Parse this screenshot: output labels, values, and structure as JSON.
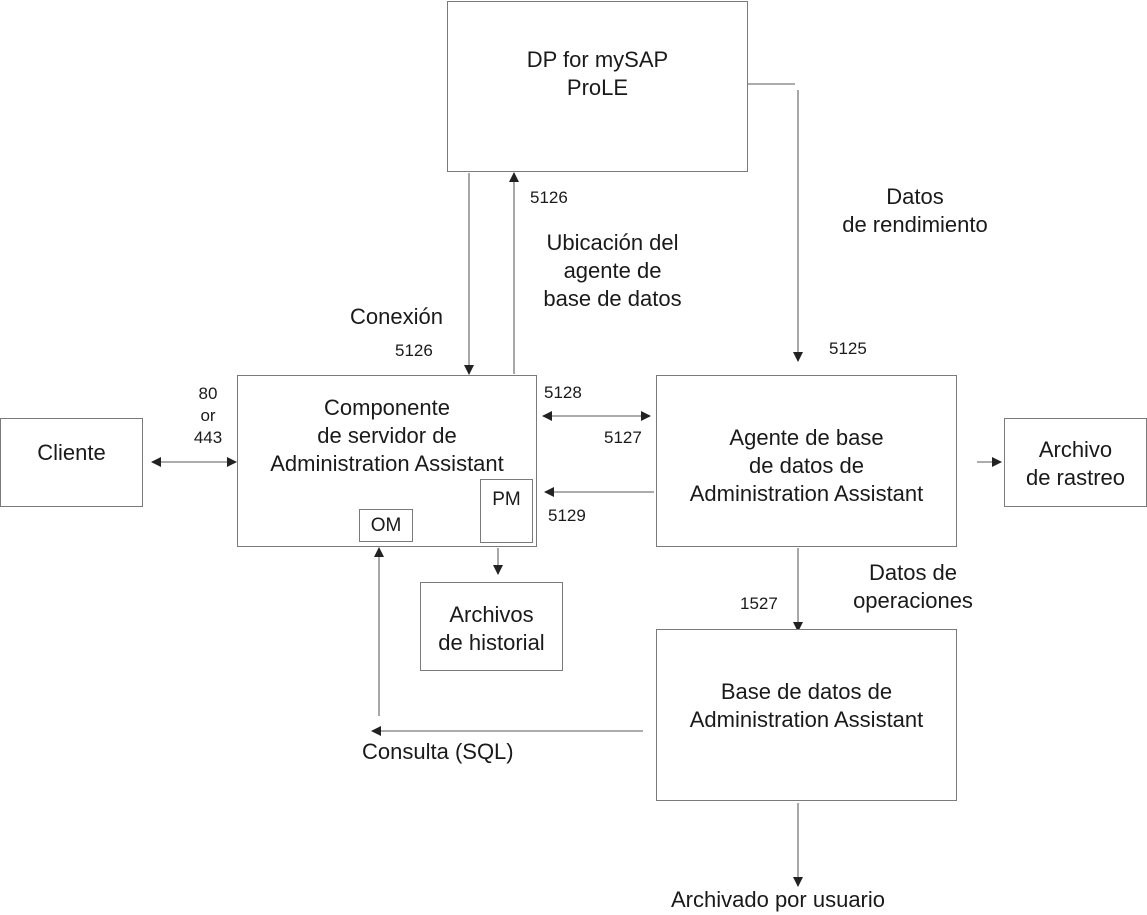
{
  "diagram": {
    "nodes": {
      "dp": {
        "label": "DP for mySAP\nProLE"
      },
      "cliente": {
        "label": "Cliente"
      },
      "server": {
        "label": "Componente\nde servidor de\nAdministration Assistant"
      },
      "pm": {
        "label": "PM"
      },
      "om": {
        "label": "OM"
      },
      "agent": {
        "label": "Agente de base\nde datos de\nAdministration Assistant"
      },
      "trace": {
        "label": "Archivo\nde rastreo"
      },
      "history": {
        "label": "Archivos\nde historial"
      },
      "database": {
        "label": "Base de datos de\nAdministration Assistant"
      }
    },
    "edge_labels": {
      "conexion": "Conexión",
      "conexion_port": "5126",
      "ubicacion_port": "5126",
      "ubicacion": "Ubicación del\nagente de\nbase de datos",
      "rendimiento": "Datos\nde rendimiento",
      "rendimiento_port": "5125",
      "client_ports": "80\nor\n443",
      "port_5128": "5128",
      "port_5127": "5127",
      "port_5129": "5129",
      "operaciones": "Datos de\noperaciones",
      "operaciones_port": "1527",
      "consulta": "Consulta (SQL)",
      "archivado": "Archivado por usuario"
    },
    "colors": {
      "line": "#7a7a7a",
      "arrowhead": "#222222",
      "text": "#1a1a1a"
    }
  }
}
